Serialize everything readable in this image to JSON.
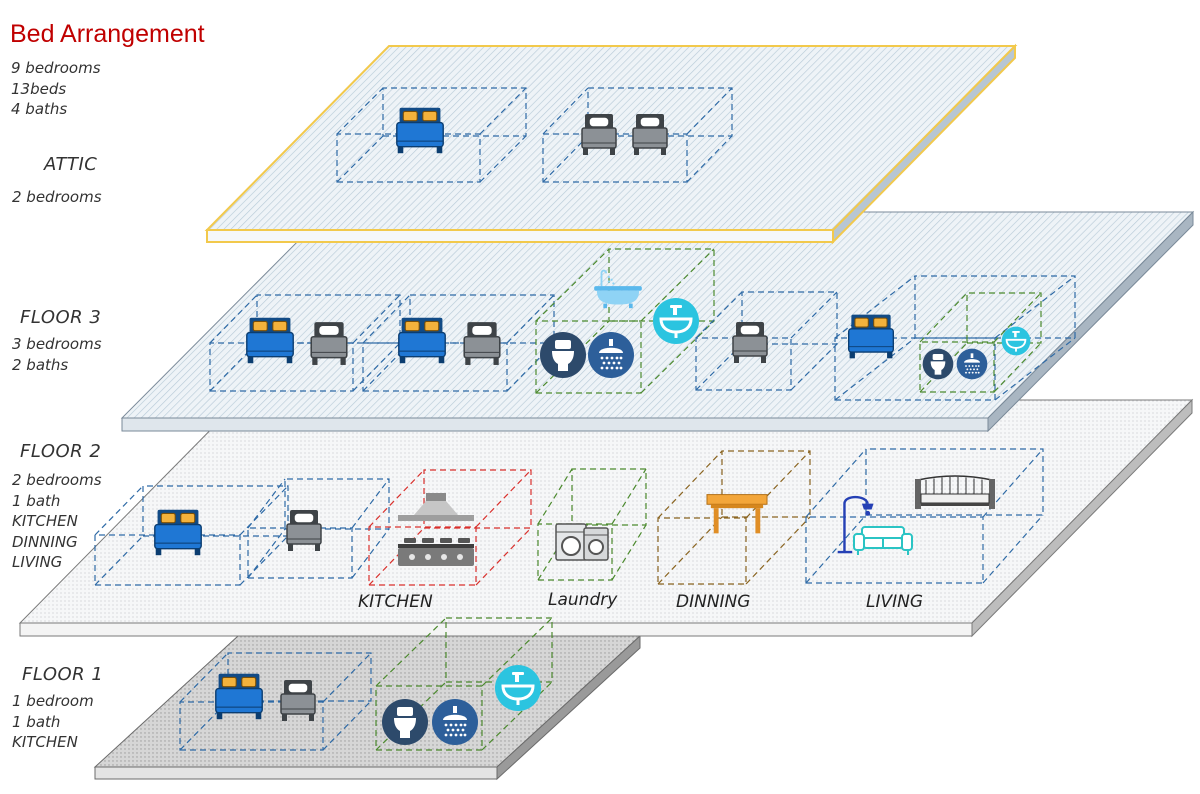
{
  "title": "Bed Arrangement",
  "summary": [
    "9 bedrooms",
    "13beds",
    "4 baths"
  ],
  "colors": {
    "title": "#c00000",
    "attic_outline": "#f2c94c",
    "bedroom_box": "#2e6aa6",
    "bath_box": "#4c8a2e",
    "kitchen_box": "#d9302c",
    "dining_box": "#8a6420",
    "bed_blue": "#1f77d4",
    "bed_grey": "#8c9196",
    "teal": "#2bc4e0"
  },
  "floors": {
    "attic": {
      "name": "ATTIC",
      "details": [
        "2 bedrooms"
      ]
    },
    "floor3": {
      "name": "FLOOR 3",
      "details": [
        "3 bedrooms",
        "2 baths"
      ]
    },
    "floor2": {
      "name": "FLOOR 2",
      "details": [
        "2 bedrooms",
        "1 bath",
        "KITCHEN",
        "DINNING",
        "LIVING"
      ]
    },
    "floor1": {
      "name": "FLOOR 1",
      "details": [
        "1 bedroom",
        "1 bath",
        "KITCHEN"
      ]
    }
  },
  "room_labels": {
    "kitchen": "KITCHEN",
    "laundry": "Laundry",
    "dinning": "DINNING",
    "living": "LIVING"
  },
  "icons": [
    "double-bed-icon",
    "single-bed-icon",
    "toilet-icon",
    "shower-icon",
    "sink-icon",
    "bathtub-icon",
    "range-hood-icon",
    "stove-icon",
    "washing-machine-icon",
    "table-icon",
    "floor-lamp-icon",
    "sofa-icon",
    "daybed-icon"
  ]
}
